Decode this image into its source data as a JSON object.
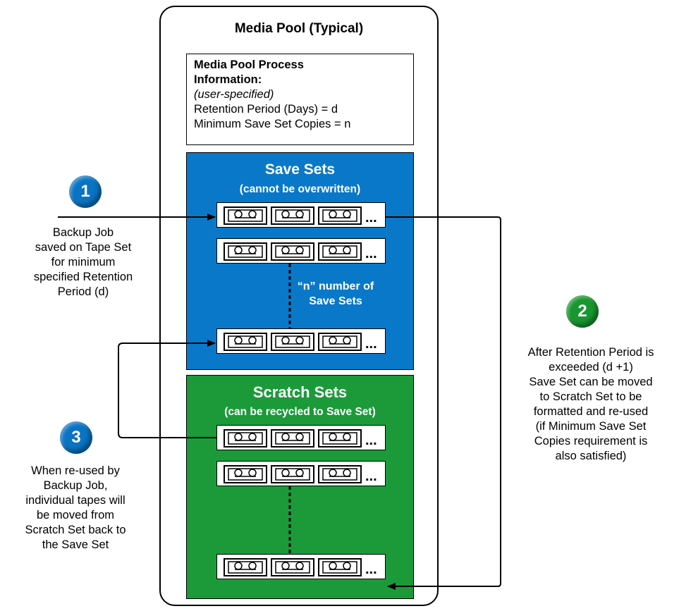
{
  "pool": {
    "title": "Media Pool (Typical)",
    "info_title_1": "Media Pool Process",
    "info_title_2": "Information:",
    "info_note": "(user-specified)",
    "retention_line": "Retention Period (Days) = d",
    "copies_line": "Minimum Save Set Copies = n"
  },
  "save_sets": {
    "title": "Save Sets",
    "subtitle": "(cannot be overwritten)",
    "count_line_1": "“n” number of",
    "count_line_2": "Save Sets"
  },
  "scratch_sets": {
    "title": "Scratch Sets",
    "subtitle": "(can be recycled to Save Set)"
  },
  "tape_ellipsis": "...",
  "steps": [
    {
      "number": "1",
      "color": "#0a73c2",
      "lines": [
        "Backup Job",
        "saved on Tape Set",
        "for minimum",
        "specified Retention",
        "Period (d)"
      ]
    },
    {
      "number": "2",
      "color": "#18962f",
      "lines": [
        "After Retention Period is",
        "exceeded (d +1)",
        "Save Set can be moved",
        "to Scratch Set to be",
        "formatted and re-used",
        "(if Minimum Save Set",
        "Copies requirement is",
        "also satisfied)"
      ]
    },
    {
      "number": "3",
      "color": "#0a73c2",
      "lines": [
        "When re-used by",
        "Backup Job,",
        "individual tapes will",
        "be moved from",
        "Scratch Set back to",
        "the Save Set"
      ]
    }
  ],
  "colors": {
    "save_area": "#0a78c8",
    "scratch_area": "#1c9a3a"
  }
}
